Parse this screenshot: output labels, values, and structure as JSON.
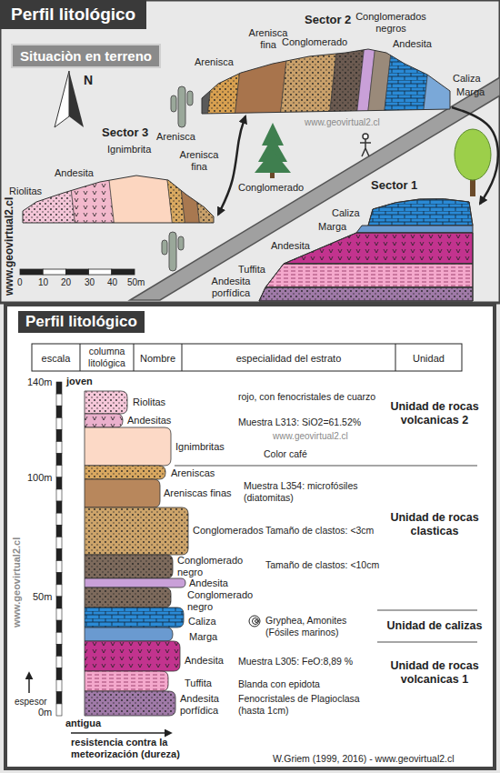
{
  "diagram": {
    "nodes": [
      {
        "text": [
          "Perfil litológico"
        ]
      },
      {
        "text": [
          "Situaciòn en terreno"
        ]
      },
      {
        "text": [
          "Perfil litológico"
        ]
      }
    ],
    "labels": [
      "Sector 2",
      "Arenisca fina",
      "Conglomerado",
      "Conglomerados negros",
      "Andesita",
      "Arenisca",
      "Caliza",
      "Marga",
      "Sector 3",
      "Ignimbrita",
      "Arenisca",
      "Arenisca fina",
      "Conglomerado",
      "Andesita",
      "Riolitas",
      "Sector 1",
      "Caliza",
      "Marga",
      "Andesita",
      "Tuffita",
      "Andesita porfídica",
      "N",
      "www.geovirtual2.cl",
      "0",
      "10",
      "20",
      "30",
      "40",
      "50m",
      "www.geovirtual2.cl",
      "escala",
      "columna litológica",
      "Nombre",
      "especialidad del estrato",
      "Unidad",
      "140m",
      "joven",
      "100m",
      "50m",
      "0m",
      "antigua",
      "espesor",
      "resistencia contra la meteorización (dureza)",
      "Riolitas",
      "Andesitas",
      "Ignimbritas",
      "Areniscas",
      "Areniscas finas",
      "Conglomerados",
      "Conglomerado negro",
      "Andesita",
      "Conglomerado negro",
      "Caliza",
      "Marga",
      "Andesita",
      "Tuffita",
      "Andesita porfídica",
      "rojo, con fenocristales de cuarzo",
      "Muestra L313: SiO2=61.52%",
      "Color café",
      "Muestra L354: microfósiles (diatomitas)",
      "Tamaño de clastos: <3cm",
      "Tamaño de clastos: <10cm",
      "Gryphea, Amonites (Fósiles marinos)",
      "Muestra L305: FeO:8,89 %",
      "Blanda con epidota",
      "Fenocristales de Plagioclasa (hasta 1cm)",
      "Unidad de rocas volcanicas 2",
      "Unidad de rocas clasticas",
      "Unidad de calizas",
      "Unidad de rocas volcanicas 1",
      "www.geovirtual2.cl",
      "www.geovirtual2.cl",
      "W.Griem (1999, 2016) - www.geovirtual2.cl"
    ]
  }
}
